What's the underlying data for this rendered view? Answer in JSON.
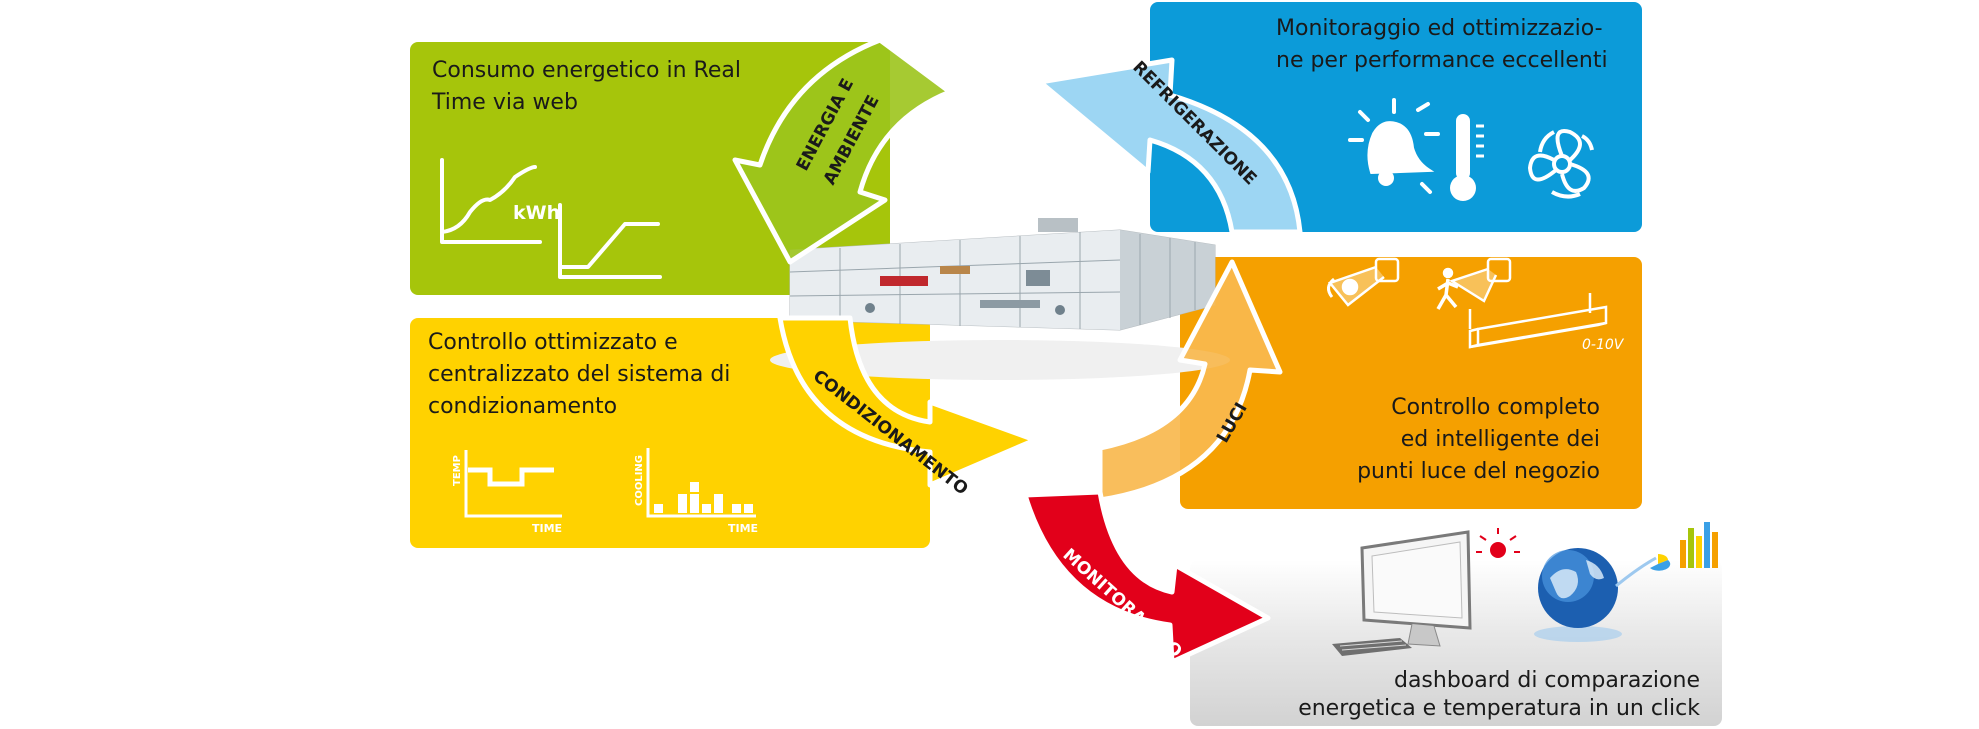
{
  "panels": {
    "energy": {
      "text_line1": "Consumo energetico in Real",
      "text_line2": "Time via web",
      "chart_unit": "kWh",
      "color": "#a6c50b"
    },
    "refrigeration": {
      "text_line1": "Monitoraggio ed ottimizzazio-",
      "text_line2": "ne per performance eccellenti",
      "color": "#0c9bd9"
    },
    "conditioning": {
      "text_line1": "Controllo ottimizzato e",
      "text_line2": "centralizzato del sistema di",
      "text_line3": "condizionamento",
      "temp_label": "TEMP",
      "time_label_1": "TIME",
      "cooling_label": "COOLING",
      "time_label_2": "TIME",
      "color": "#ffd200"
    },
    "lights": {
      "text_line1": "Controllo completo",
      "text_line2": "ed intelligente dei",
      "text_line3": "punti luce del negozio",
      "voltage_label": "0-10V",
      "color": "#f5a000"
    },
    "remote": {
      "text_line1": "dashboard di comparazione",
      "text_line2": "energetica e temperatura in un click",
      "color": "#e6e6e6"
    }
  },
  "arrows": {
    "energy": {
      "line1": "ENERGIA E",
      "line2": "AMBIENTE",
      "color": "#9cc41c"
    },
    "refrigeration": {
      "label": "REFRIGERAZIONE",
      "color": "#9dd6f3"
    },
    "conditioning": {
      "label": "CONDIZIONAMENTO",
      "color": "#ffd200"
    },
    "lights": {
      "label": "LUCI",
      "color": "#f8b84e"
    },
    "remote": {
      "line1": "MONITORAGGIO",
      "line2": "REMOTO",
      "color": "#e2001a"
    }
  },
  "icons": [
    "alarm-bell-icon",
    "thermometer-icon",
    "fan-icon",
    "daylight-sensor-icon",
    "motion-sensor-icon",
    "light-bar-icon",
    "computer-monitor-icon",
    "globe-icon",
    "bar-chart-icon",
    "alarm-light-icon"
  ]
}
